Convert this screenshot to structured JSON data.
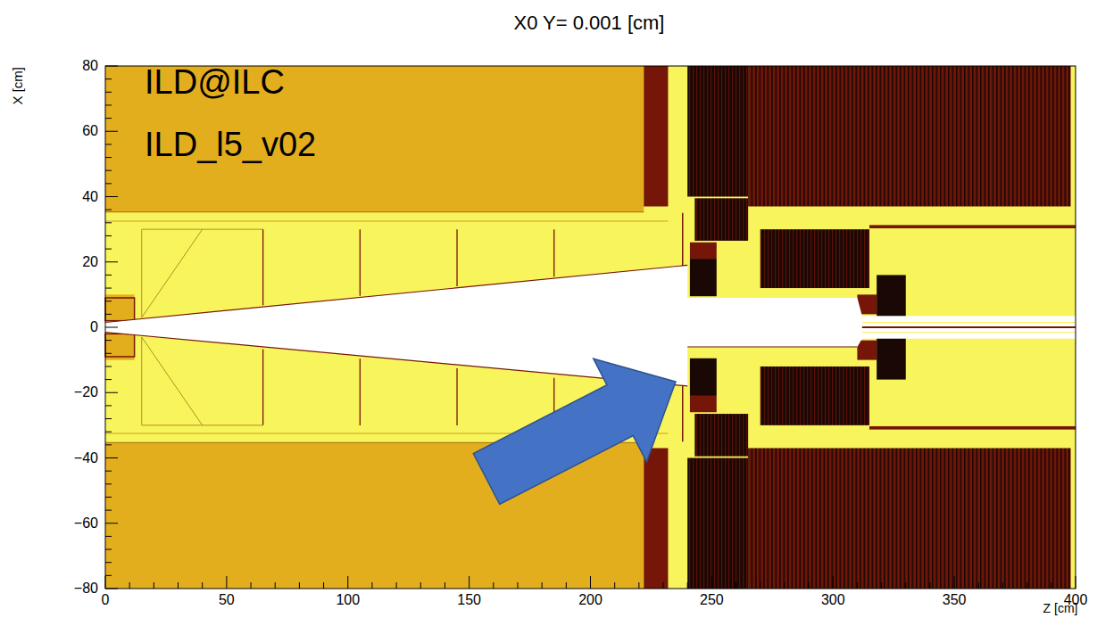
{
  "diagram": {
    "title": "X0 Y= 0.001 [cm]",
    "labels": [
      "ILD@ILC",
      "ILD_l5_v02",
      "X [cm]",
      "Z [cm]",
      "80",
      "60",
      "40",
      "20",
      "0",
      "−20",
      "−40",
      "−60",
      "−80",
      "0",
      "50",
      "100",
      "150",
      "200",
      "250",
      "300",
      "350",
      "400"
    ]
  }
}
